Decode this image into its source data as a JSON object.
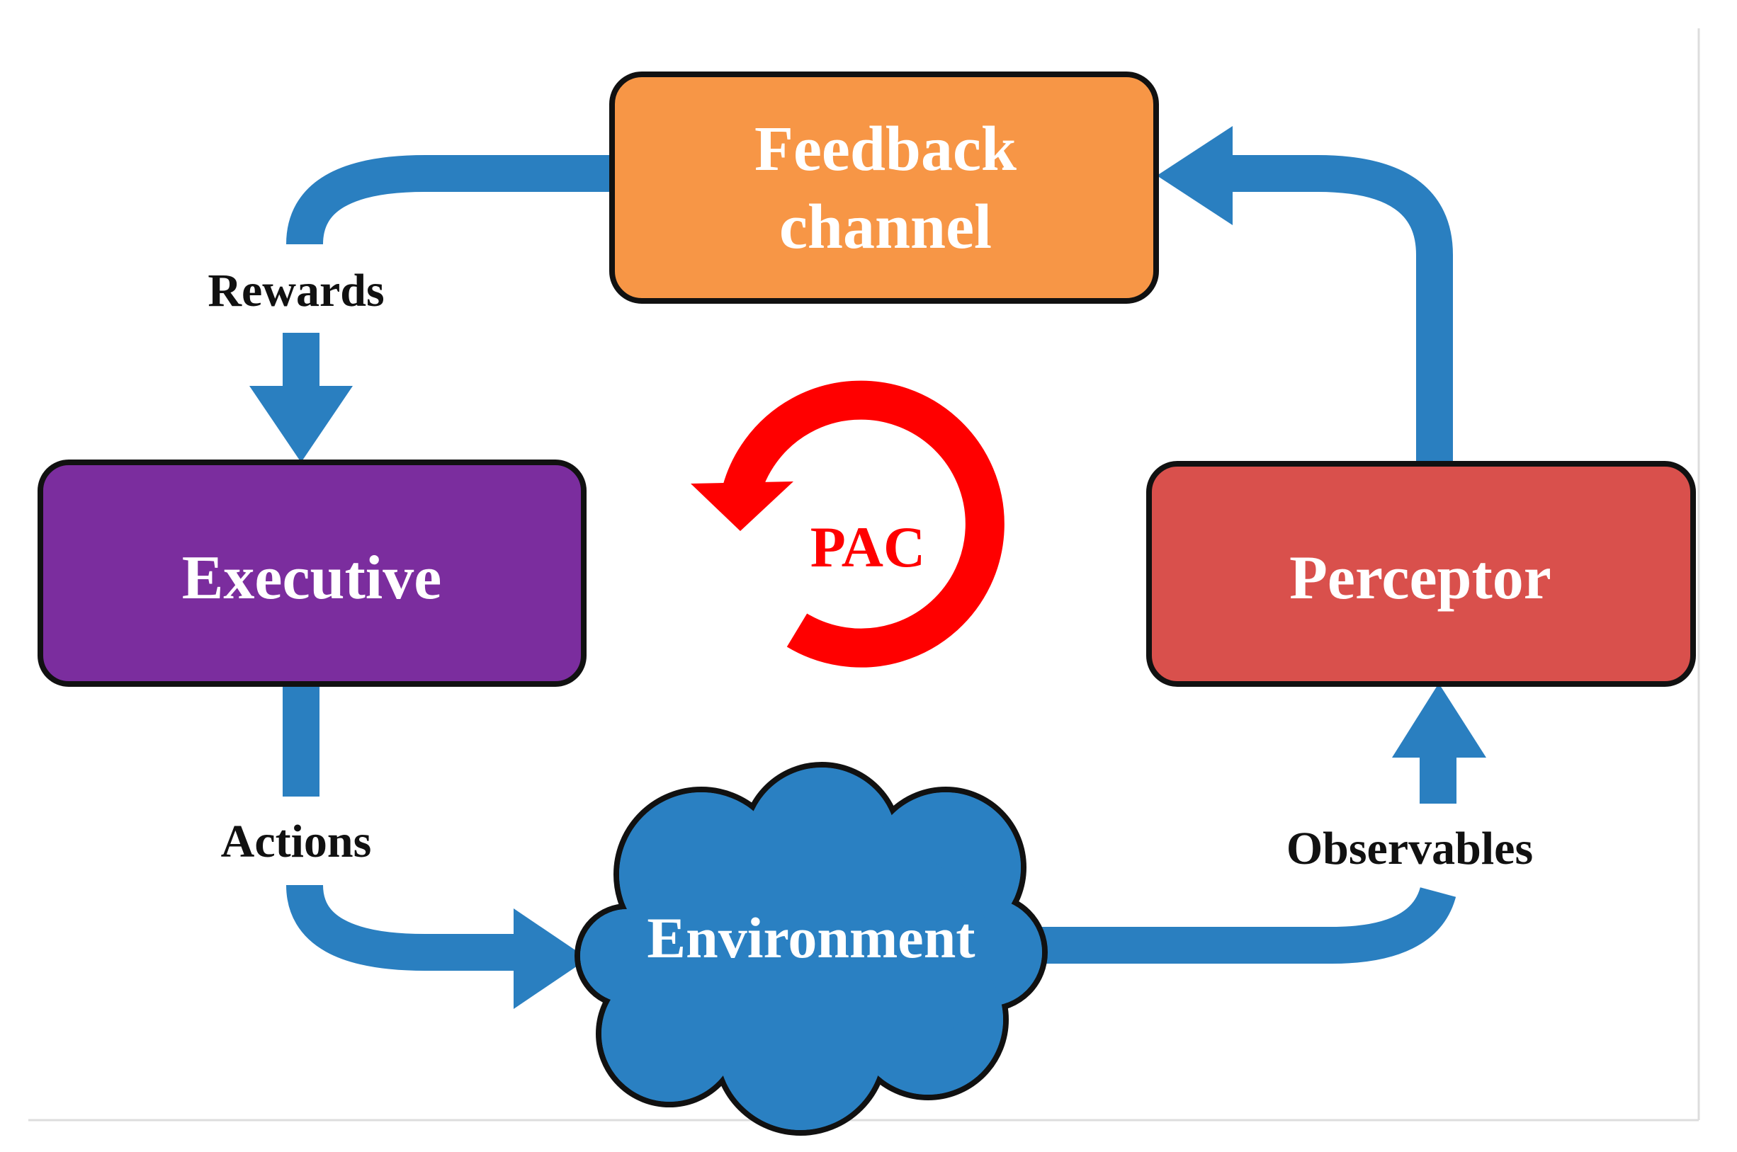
{
  "diagram": {
    "nodes": {
      "feedback": {
        "line1": "Feedback",
        "line2": "channel",
        "color": "#F79646"
      },
      "executive": {
        "label": "Executive",
        "color": "#7B2D9E"
      },
      "perceptor": {
        "label": "Perceptor",
        "color": "#D9504C"
      },
      "environment": {
        "label": "Environment",
        "color": "#2A80C2"
      }
    },
    "edges": {
      "rewards": "Rewards",
      "actions": "Actions",
      "observables": "Observables"
    },
    "center": {
      "label": "PAC",
      "color": "#FF0000"
    },
    "arrow_color": "#2A7FC0"
  }
}
